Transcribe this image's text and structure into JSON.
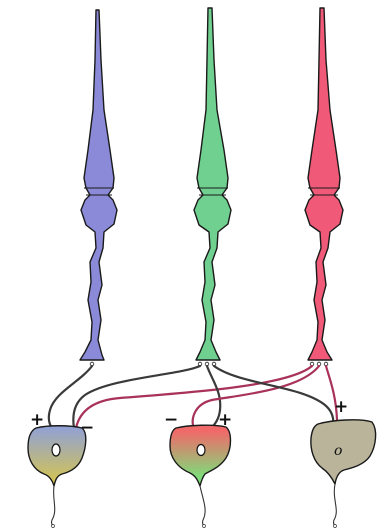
{
  "colors": {
    "cone_blue": "#8a8ad8",
    "cone_green": "#6fd08f",
    "cone_red": "#f05a78",
    "wire_dark": "#3a3a3a",
    "wire_red": "#a8325a",
    "cell_left_top": "#8fa0d8",
    "cell_left_bottom": "#d8c64a",
    "cell_mid_top": "#f06a6a",
    "cell_mid_bottom": "#7edc7a",
    "cell_right": "#b9b49a"
  },
  "signs": {
    "left_plus": "+",
    "left_minus": "−",
    "mid_minus": "−",
    "mid_plus": "+",
    "right_plus": "+"
  },
  "nuclei": {
    "right_label": "o"
  },
  "icons": [
    "cone-photoreceptor",
    "ganglion-cell"
  ]
}
